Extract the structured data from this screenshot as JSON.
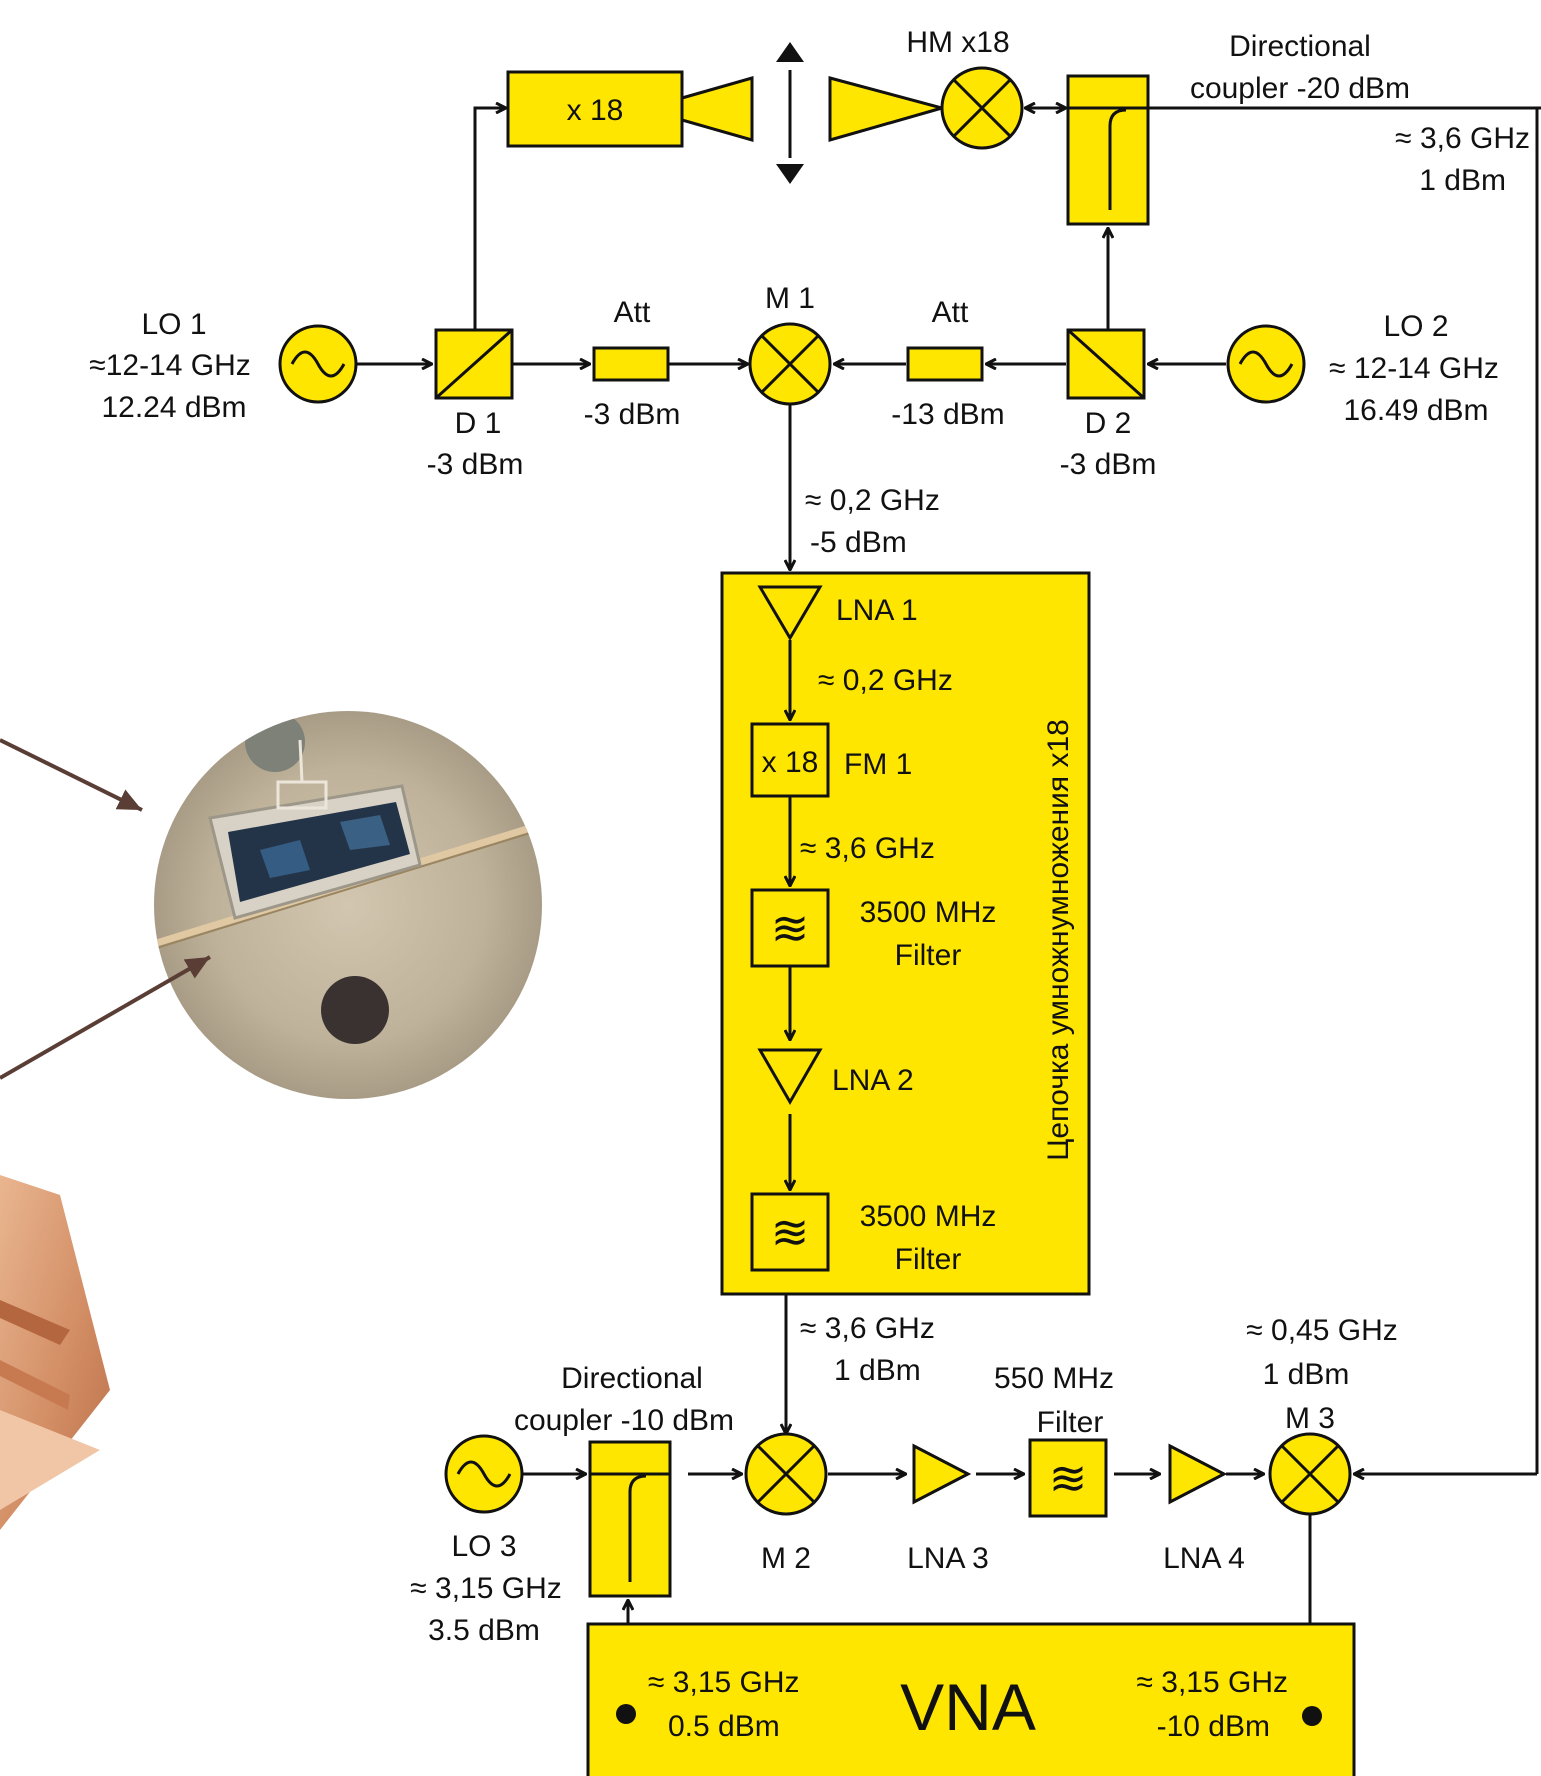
{
  "photo": {
    "desc_icons": [
      "copper-waveguide-horn",
      "microscope-chip-photo"
    ]
  },
  "top": {
    "mult_block": "x 18",
    "harmonic_mixer": "HM x18",
    "coupler_top": [
      "Directional",
      "coupler -20 dBm"
    ],
    "out_freq": "≈ 3,6 GHz",
    "out_power": "1 dBm"
  },
  "lo1": {
    "name": "LO 1",
    "freq": "≈12-14 GHz",
    "power": "12.24 dBm"
  },
  "lo2": {
    "name": "LO 2",
    "freq": "≈ 12-14 GHz",
    "power": "16.49 dBm"
  },
  "d1": {
    "name": "D 1",
    "power": "-3 dBm"
  },
  "d2": {
    "name": "D 2",
    "power": "-3 dBm"
  },
  "att1": {
    "name": "Att",
    "power": "-3 dBm"
  },
  "att2": {
    "name": "Att",
    "power": "-13 dBm"
  },
  "m1": {
    "name": "M 1",
    "freq": "≈ 0,2 GHz",
    "power": "-5 dBm"
  },
  "chain": {
    "title": "Цепочка умножнумножения x18",
    "lna1": "LNA 1",
    "freq1": "≈ 0,2 GHz",
    "fm_block": "x 18",
    "fm_label": "FM 1",
    "freq2": "≈ 3,6 GHz",
    "filter1": [
      "3500 MHz",
      "Filter"
    ],
    "lna2": "LNA 2",
    "filter2": [
      "3500 MHz",
      "Filter"
    ],
    "filter_symbol": "≋"
  },
  "bottom": {
    "chain_out_freq": "≈ 3,6 GHz",
    "chain_out_power": "1 dBm",
    "coupler": [
      "Directional",
      "coupler -10 dBm"
    ],
    "lo3": {
      "name": "LO 3",
      "freq": "≈ 3,15 GHz",
      "power": "3.5 dBm"
    },
    "m2": "M 2",
    "lna3": "LNA 3",
    "filter550": [
      "550 MHz",
      "Filter"
    ],
    "lna4": "LNA 4",
    "m3": "M 3",
    "m3_freq": "≈ 0,45 GHz",
    "m3_power": "1 dBm"
  },
  "vna": {
    "title": "VNA",
    "left_freq": "≈ 3,15 GHz",
    "left_power": "0.5 dBm",
    "right_freq": "≈ 3,15 GHz",
    "right_power": "-10 dBm"
  },
  "colors": {
    "block": "#ffe600",
    "line": "#111111",
    "arrow_brown": "#5a3e36",
    "copper": "#d89a72"
  }
}
